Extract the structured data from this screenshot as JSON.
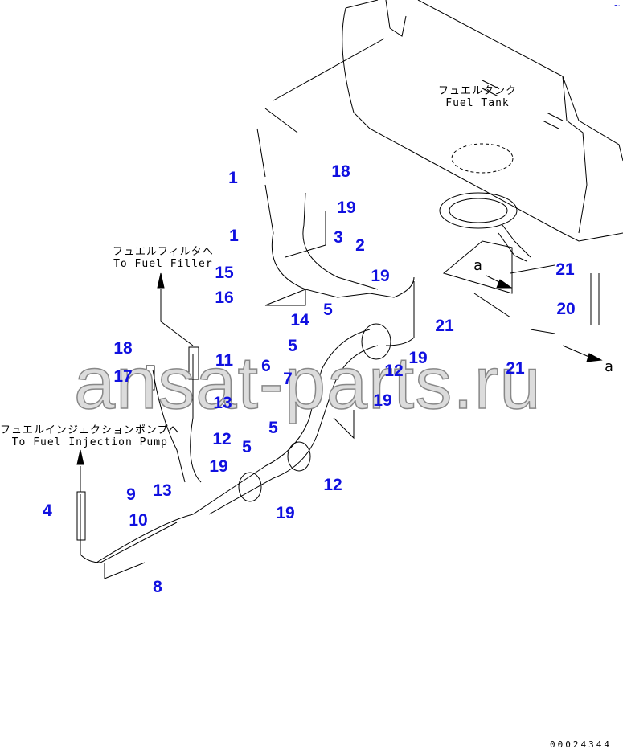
{
  "diagram": {
    "fuel_tank_label_jp": "フュエルタンク",
    "fuel_tank_label_en": "Fuel Tank",
    "to_filler_jp": "フュエルフィルタへ",
    "to_filler_en": "To Fuel Filler",
    "to_pump_jp": "フュエルインジェクションポンプへ",
    "to_pump_en": "To Fuel Injection Pump",
    "view_marker": "a",
    "watermark": "ansat-parts.ru",
    "drawing_code": "00024344",
    "corner_mark": "~",
    "callouts": [
      "1",
      "1",
      "18",
      "19",
      "3",
      "2",
      "15",
      "19",
      "16",
      "14",
      "5",
      "5",
      "18",
      "11",
      "6",
      "7",
      "17",
      "12",
      "19",
      "19",
      "13",
      "5",
      "12",
      "5",
      "19",
      "12",
      "13",
      "9",
      "19",
      "4",
      "10",
      "8",
      "21",
      "20",
      "21",
      "21"
    ],
    "colors": {
      "callout": "#1010e0",
      "line": "#000000",
      "watermark": "#999999"
    }
  }
}
